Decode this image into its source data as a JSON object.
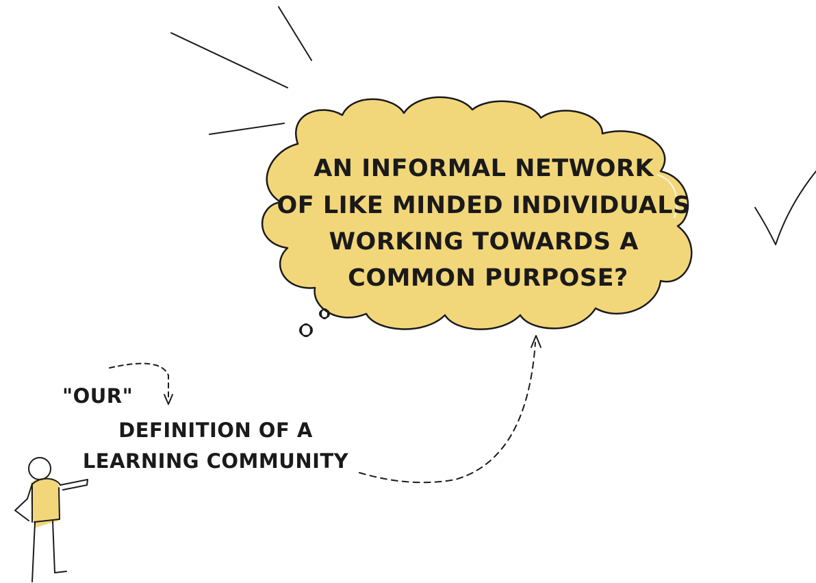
{
  "thought_bubble": {
    "lines": [
      "AN INFORMAL NETWORK",
      "OF LIKE MINDED INDIVIDUALS",
      "WORKING TOWARDS A",
      "COMMON PURPOSE?"
    ]
  },
  "caption": {
    "quoted_word": "\"OUR\"",
    "line1": "DEFINITION OF A",
    "line2": "LEARNING COMMUNITY"
  },
  "colors": {
    "accent_yellow": "#f2d67a",
    "ink": "#1a1a1a",
    "background": "#ffffff"
  },
  "icons": {
    "emphasis_lines": "burst-lines-icon",
    "checkmark": "checkmark-icon",
    "figure": "stick-figure-icon",
    "thought_dots": "thought-bubble-dots-icon"
  }
}
